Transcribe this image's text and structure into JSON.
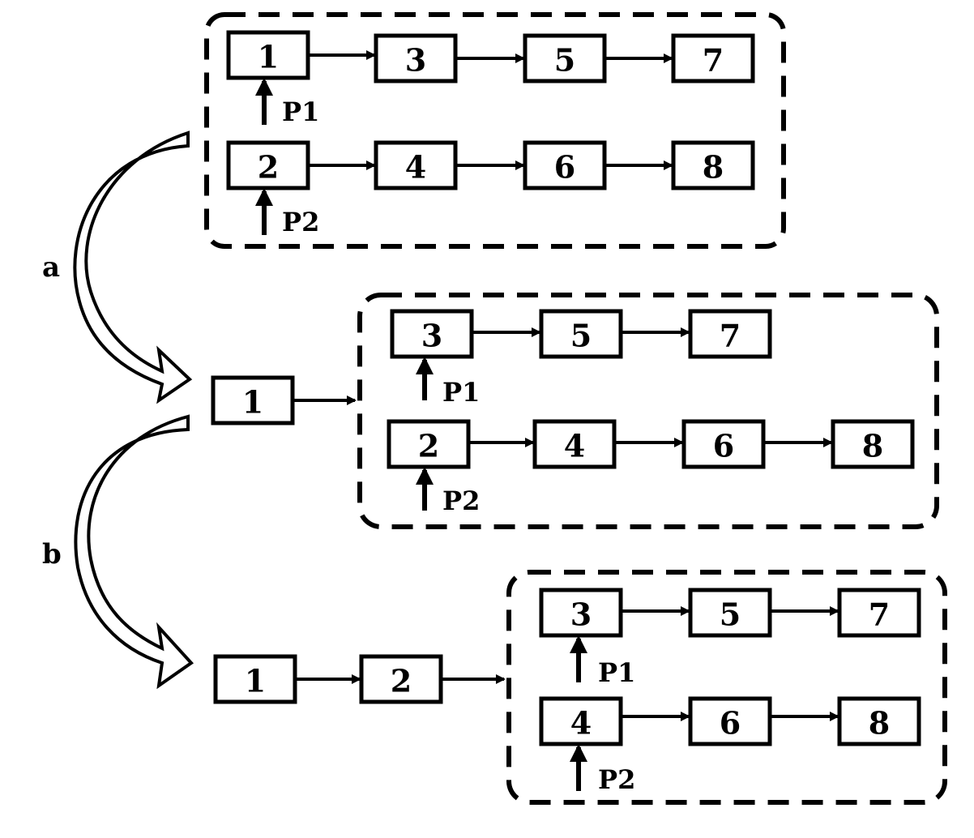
{
  "labels": {
    "a": "a",
    "b": "b"
  },
  "stage_top": {
    "nodes": [
      "1",
      "3",
      "5",
      "7",
      "2",
      "4",
      "6",
      "8"
    ],
    "pins": [
      "P1",
      "P2"
    ]
  },
  "stage_a": {
    "outside": [
      "1"
    ],
    "nodes": [
      "3",
      "5",
      "7",
      "2",
      "4",
      "6",
      "8"
    ],
    "pins": [
      "P1",
      "P2"
    ]
  },
  "stage_b": {
    "outside": [
      "1",
      "2"
    ],
    "nodes": [
      "3",
      "5",
      "7",
      "4",
      "6",
      "8"
    ],
    "pins": [
      "P1",
      "P2"
    ]
  }
}
